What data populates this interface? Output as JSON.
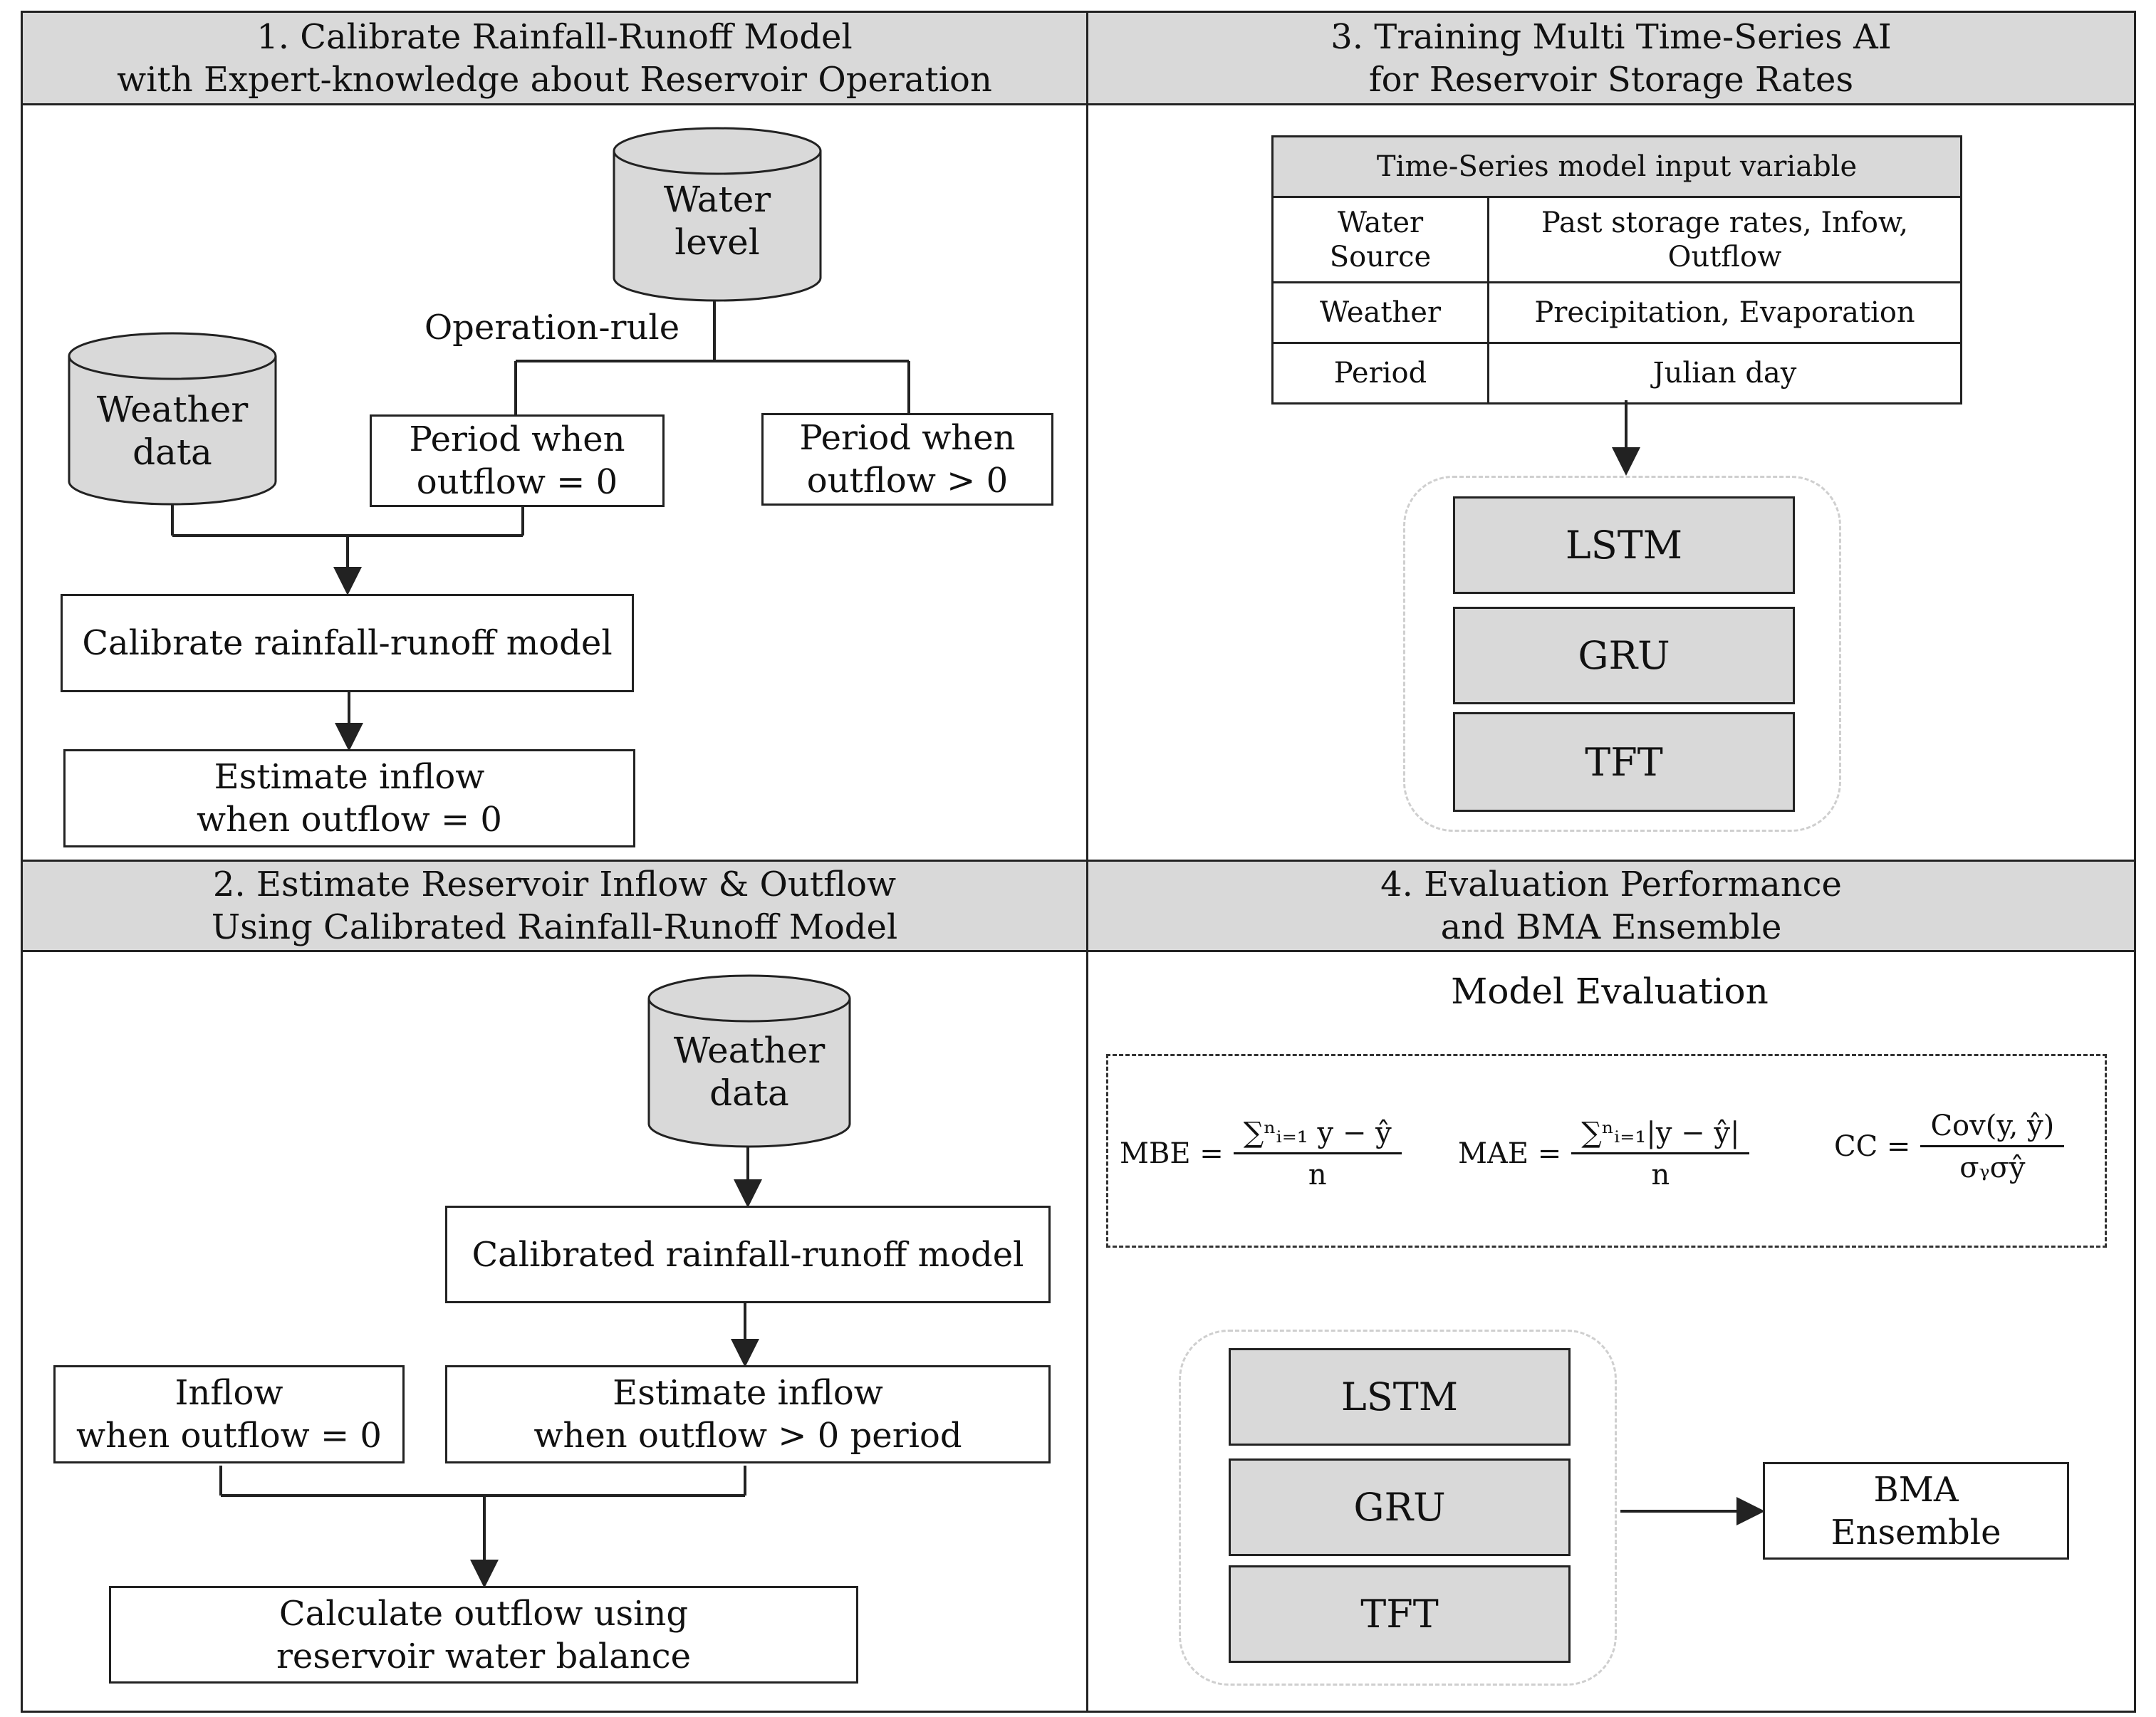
{
  "panels": {
    "p1": {
      "title_line1": "1. Calibrate Rainfall-Runoff Model",
      "title_line2": "with Expert-knowledge about Reservoir Operation"
    },
    "p2": {
      "title_line1": "2. Estimate Reservoir Inflow & Outflow",
      "title_line2": "Using Calibrated Rainfall-Runoff Model"
    },
    "p3": {
      "title_line1": "3. Training Multi Time-Series AI",
      "title_line2": "for Reservoir Storage Rates"
    },
    "p4": {
      "title_line1": "4. Evaluation Performance",
      "title_line2": "and BMA Ensemble"
    }
  },
  "panel1": {
    "water_level_line1": "Water",
    "water_level_line2": "level",
    "operation_rule": "Operation-rule",
    "weather_line1": "Weather",
    "weather_line2": "data",
    "period_zero_line1": "Period when",
    "period_zero_line2": "outflow = 0",
    "period_pos_line1": "Period when",
    "period_pos_line2": "outflow > 0",
    "calibrate": "Calibrate rainfall-runoff model",
    "estimate_line1": "Estimate inflow",
    "estimate_line2": "when outflow = 0"
  },
  "panel2": {
    "weather_line1": "Weather",
    "weather_line2": "data",
    "calibrated_model": "Calibrated rainfall-runoff model",
    "inflow_line1": "Inflow",
    "inflow_line2": "when outflow = 0",
    "estimate_line1": "Estimate inflow",
    "estimate_line2": "when outflow > 0 period",
    "calc_line1": "Calculate outflow using",
    "calc_line2": "reservoir water balance"
  },
  "panel3": {
    "table_header": "Time-Series model input variable",
    "rows": [
      {
        "label_line1": "Water",
        "label_line2": "Source",
        "value": "Past storage rates, Infow, Outflow"
      },
      {
        "label_line1": "Weather",
        "label_line2": "",
        "value": "Precipitation, Evaporation"
      },
      {
        "label_line1": "Period",
        "label_line2": "",
        "value": "Julian day"
      }
    ],
    "models": [
      "LSTM",
      "GRU",
      "TFT"
    ]
  },
  "panel4": {
    "eval_title": "Model Evaluation",
    "formulas": {
      "mbe_lhs": "MBE =",
      "mbe_num": "∑ⁿᵢ₌₁ y − ŷ",
      "mbe_den": "n",
      "mae_lhs": "MAE =",
      "mae_num": "∑ⁿᵢ₌₁|y  −  ŷ|",
      "mae_den": "n",
      "cc_lhs": "CC =",
      "cc_num": "Cov(y, ŷ)",
      "cc_den": "σᵧσŷ"
    },
    "models": [
      "LSTM",
      "GRU",
      "TFT"
    ],
    "bma_line1": "BMA",
    "bma_line2": "Ensemble"
  },
  "colors": {
    "header_fill": "#d9d9d9",
    "model_fill": "#d9d9d9",
    "line": "#222222"
  }
}
